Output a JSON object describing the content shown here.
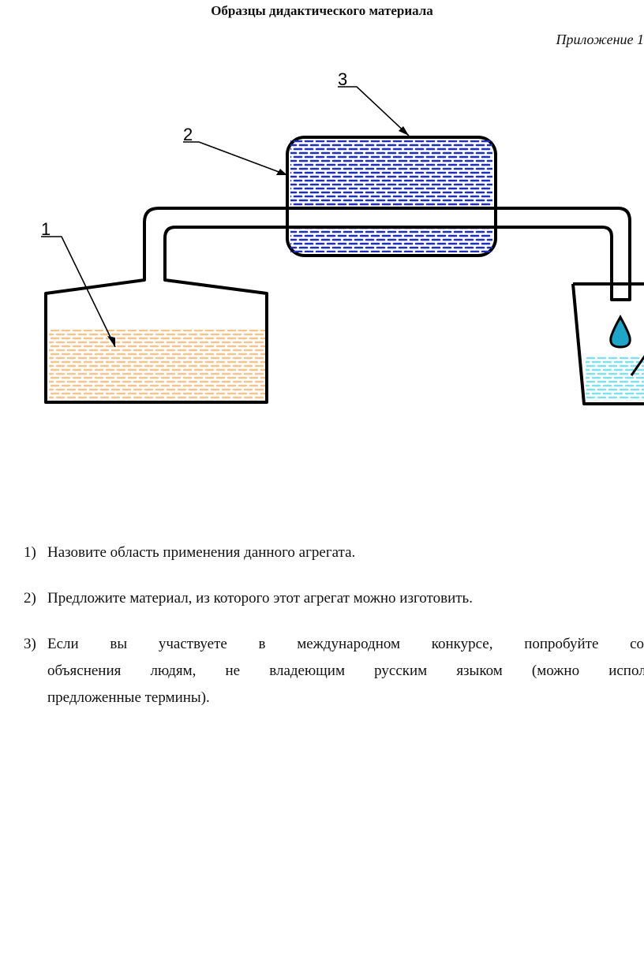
{
  "header": {
    "title": "Образцы дидактического материала",
    "appendix": "Приложение 1"
  },
  "diagram": {
    "labels": {
      "l1": "1",
      "l2": "2",
      "l3": "3"
    },
    "colors": {
      "outline": "#000000",
      "boiling_liquid": "#f4c48e",
      "coolant": "#1f2fb8",
      "distillate": "#7fe0f0",
      "drop": "#1ea6c8",
      "coolant_bg": "#ffffff"
    }
  },
  "questions": [
    {
      "num": "1)",
      "text": "Назовите область применения данного агрегата."
    },
    {
      "num": "2)",
      "text": "Предложите материал, из которого этот агрегат можно изготовить."
    },
    {
      "num": "3)",
      "line1_words": [
        "Если",
        "вы",
        "участвуете",
        "в",
        "международном",
        "конкурсе,",
        "попробуйте",
        "составить"
      ],
      "line2_words": [
        "объяснения",
        "людям,",
        "не",
        "владеющим",
        "русским",
        "языком",
        "(можно",
        "использовать"
      ],
      "line3": "предложенные термины)."
    }
  ]
}
